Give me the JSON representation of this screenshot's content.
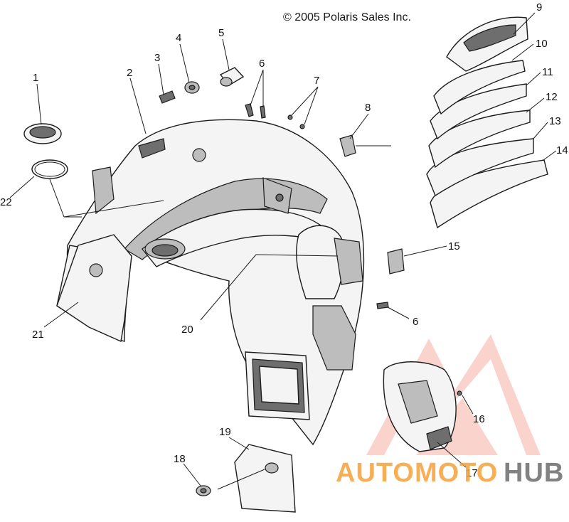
{
  "copyright": "© 2005 Polaris Sales Inc.",
  "watermark": {
    "part1": "AUTOMOTO",
    "part2": "HUB",
    "color_primary": "#f04e3e",
    "color_light": "#f5a13a",
    "color_dark": "#6d6d6d"
  },
  "callouts": [
    "1",
    "2",
    "3",
    "4",
    "5",
    "6",
    "7",
    "8",
    "9",
    "10",
    "11",
    "12",
    "13",
    "14",
    "15",
    "6",
    "16",
    "17",
    "18",
    "19",
    "20",
    "21",
    "22"
  ]
}
